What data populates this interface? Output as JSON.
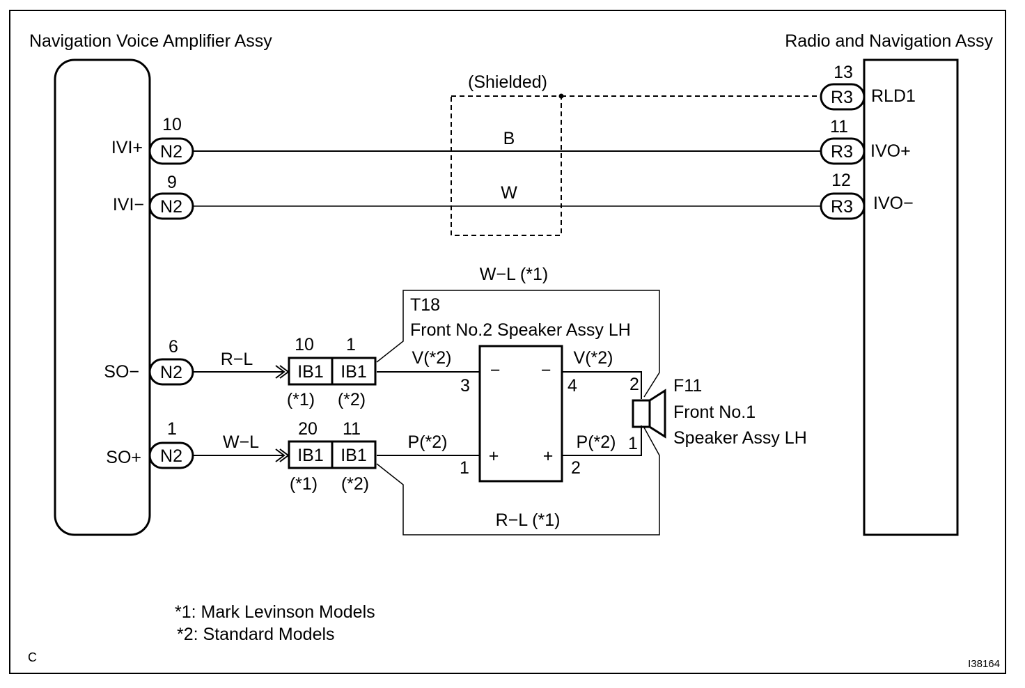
{
  "components": {
    "nav_amp": {
      "title": "Navigation Voice Amplifier Assy"
    },
    "radio_nav": {
      "title": "Radio and Navigation Assy"
    },
    "t18": {
      "code": "T18",
      "name": "Front No.2 Speaker Assy LH"
    },
    "f11": {
      "code": "F11",
      "name_line1": "Front No.1",
      "name_line2": "Speaker Assy LH"
    }
  },
  "shield": {
    "label": "(Shielded)"
  },
  "amp_terminals": [
    {
      "name": "IVI+",
      "pin": "10",
      "connector": "N2"
    },
    {
      "name": "IVI−",
      "pin": "9",
      "connector": "N2"
    },
    {
      "name": "SO−",
      "pin": "6",
      "connector": "N2"
    },
    {
      "name": "SO+",
      "pin": "1",
      "connector": "N2"
    }
  ],
  "radio_terminals": [
    {
      "name": "RLD1",
      "pin": "13",
      "connector": "R3"
    },
    {
      "name": "IVO+",
      "pin": "11",
      "connector": "R3"
    },
    {
      "name": "IVO−",
      "pin": "12",
      "connector": "R3"
    }
  ],
  "wires": {
    "ivi_plus": "B",
    "ivi_minus": "W",
    "so_minus": "R−L",
    "so_plus": "W−L",
    "top_bypass": "W−L (*1)",
    "bottom_bypass": "R−L (*1)",
    "t18_in_minus": "V(*2)",
    "t18_out_minus": "V(*2)",
    "t18_in_plus": "P(*2)",
    "t18_out_plus": "P(*2)"
  },
  "junctions": {
    "upper": [
      {
        "pin": "10",
        "connector": "IB1",
        "note": "(*1)"
      },
      {
        "pin": "1",
        "connector": "IB1",
        "note": "(*2)"
      }
    ],
    "lower": [
      {
        "pin": "20",
        "connector": "IB1",
        "note": "(*1)"
      },
      {
        "pin": "11",
        "connector": "IB1",
        "note": "(*2)"
      }
    ]
  },
  "t18_pins": {
    "in_minus": "3",
    "out_minus": "4",
    "in_plus": "1",
    "out_plus": "2",
    "sym_in_minus": "−",
    "sym_out_minus": "−",
    "sym_in_plus": "+",
    "sym_out_plus": "+"
  },
  "f11_pins": {
    "top": "2",
    "bottom": "1"
  },
  "notes": [
    "*1: Mark Levinson Models",
    "*2: Standard Models"
  ],
  "corner_letter": "C",
  "figure_id": "I38164"
}
